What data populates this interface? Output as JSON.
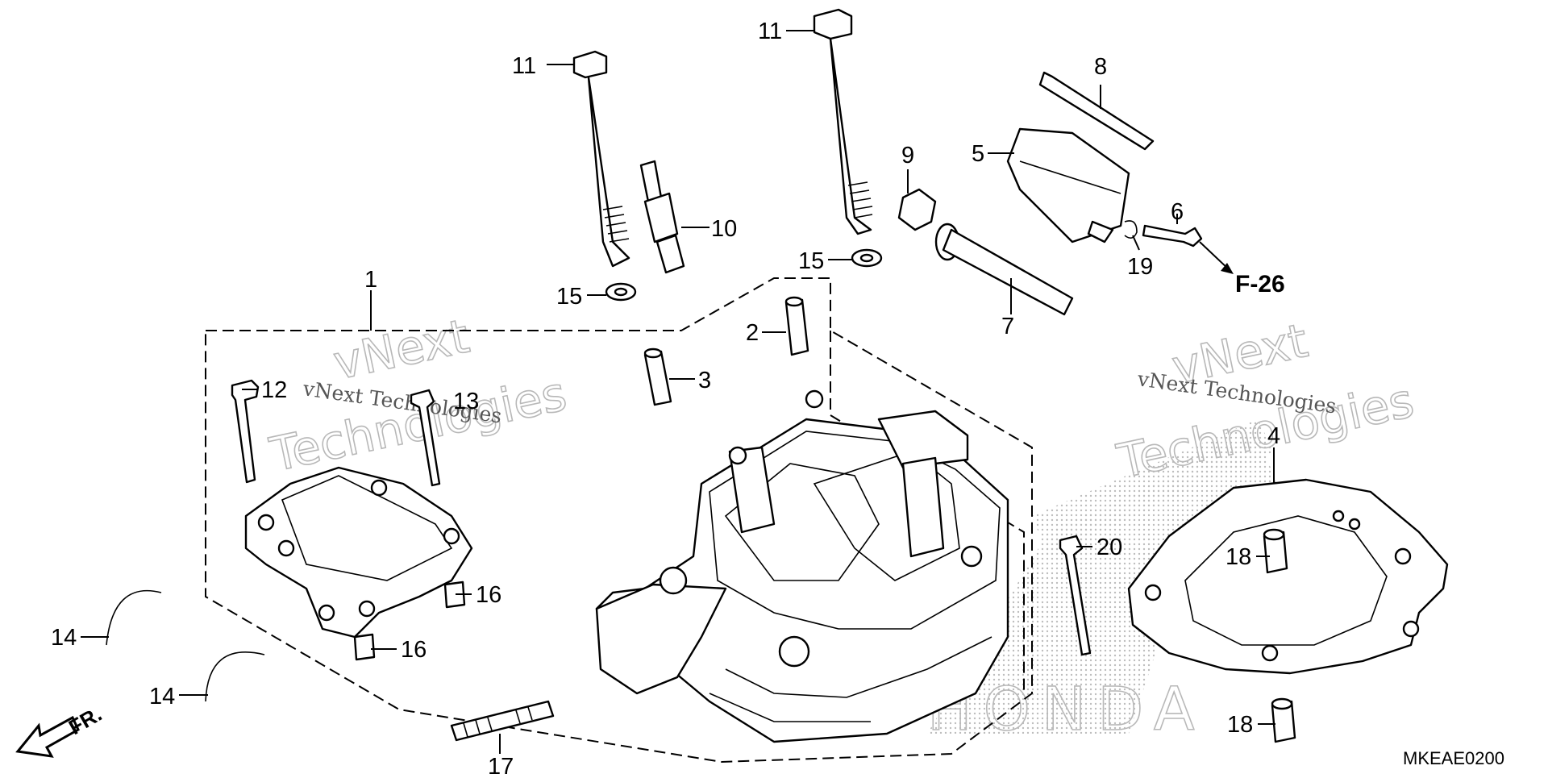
{
  "callouts": {
    "c1": "1",
    "c2": "2",
    "c3": "3",
    "c4": "4",
    "c5": "5",
    "c6": "6",
    "c7": "7",
    "c8": "8",
    "c9": "9",
    "c10": "10",
    "c11a": "11",
    "c11b": "11",
    "c12": "12",
    "c13": "13",
    "c14a": "14",
    "c14b": "14",
    "c15a": "15",
    "c15b": "15",
    "c16a": "16",
    "c16b": "16",
    "c17": "17",
    "c18a": "18",
    "c18b": "18",
    "c19": "19",
    "c20": "20"
  },
  "reference": "F-26",
  "front_label": "FR.",
  "diagram_code": "MKEAE0200",
  "watermark": {
    "brand_line1": "vNext",
    "brand_line2": "Technologies",
    "caption": "vNext Technologies",
    "maker": "HONDA"
  },
  "colors": {
    "line": "#000000",
    "watermark_outline": "#b8b8b8",
    "watermark_dots": "#c8c8c8"
  }
}
